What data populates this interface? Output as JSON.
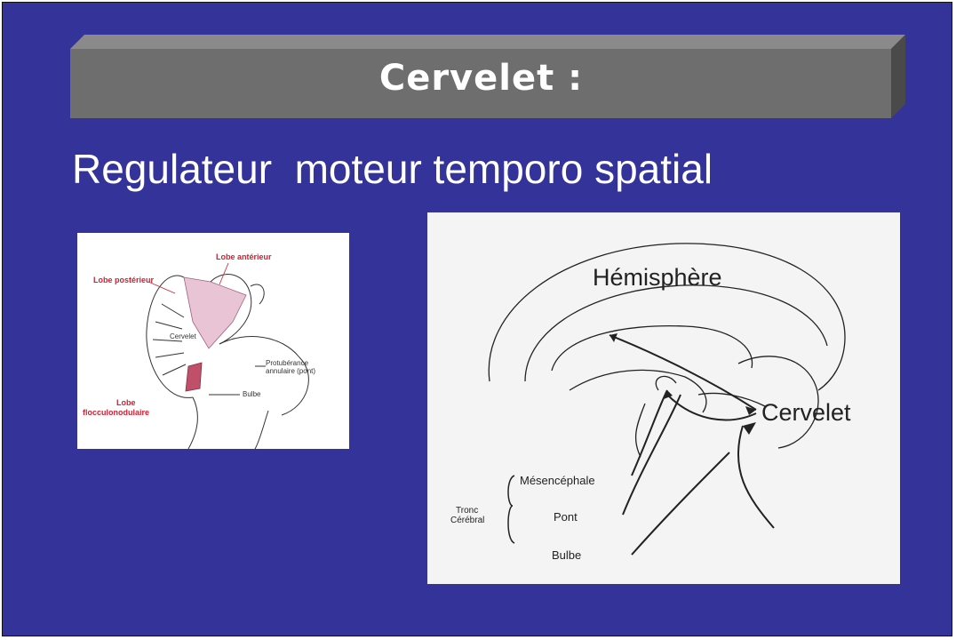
{
  "slide": {
    "title": "Cervelet :",
    "subtitle": "Regulateur  moteur temporo spatial"
  },
  "left_figure": {
    "labels": {
      "lobe_anterieur": "Lobe antérieur",
      "lobe_posterieur": "Lobe postérieur",
      "cervelet": "Cervelet",
      "protuberance": "Protubérance",
      "protuberance_2": "annulaire (pont)",
      "bulbe": "Bulbe",
      "lobe_floc_1": "Lobe",
      "lobe_floc_2": "flocculonodulaire"
    }
  },
  "right_figure": {
    "labels": {
      "hemisphere": "Hémisphère",
      "cervelet": "Cervelet",
      "mesencephale": "Mésencéphale",
      "pont": "Pont",
      "bulbe": "Bulbe",
      "tronc_1": "Tronc",
      "tronc_2": "Cérébral"
    }
  },
  "colors": {
    "background": "#333399",
    "banner": "#6e6e6e",
    "title_text": "#ffffff",
    "lobe_highlight": "#e8c4d4",
    "lobe_floc_highlight": "#c0506a",
    "label_red": "#cc2233"
  }
}
